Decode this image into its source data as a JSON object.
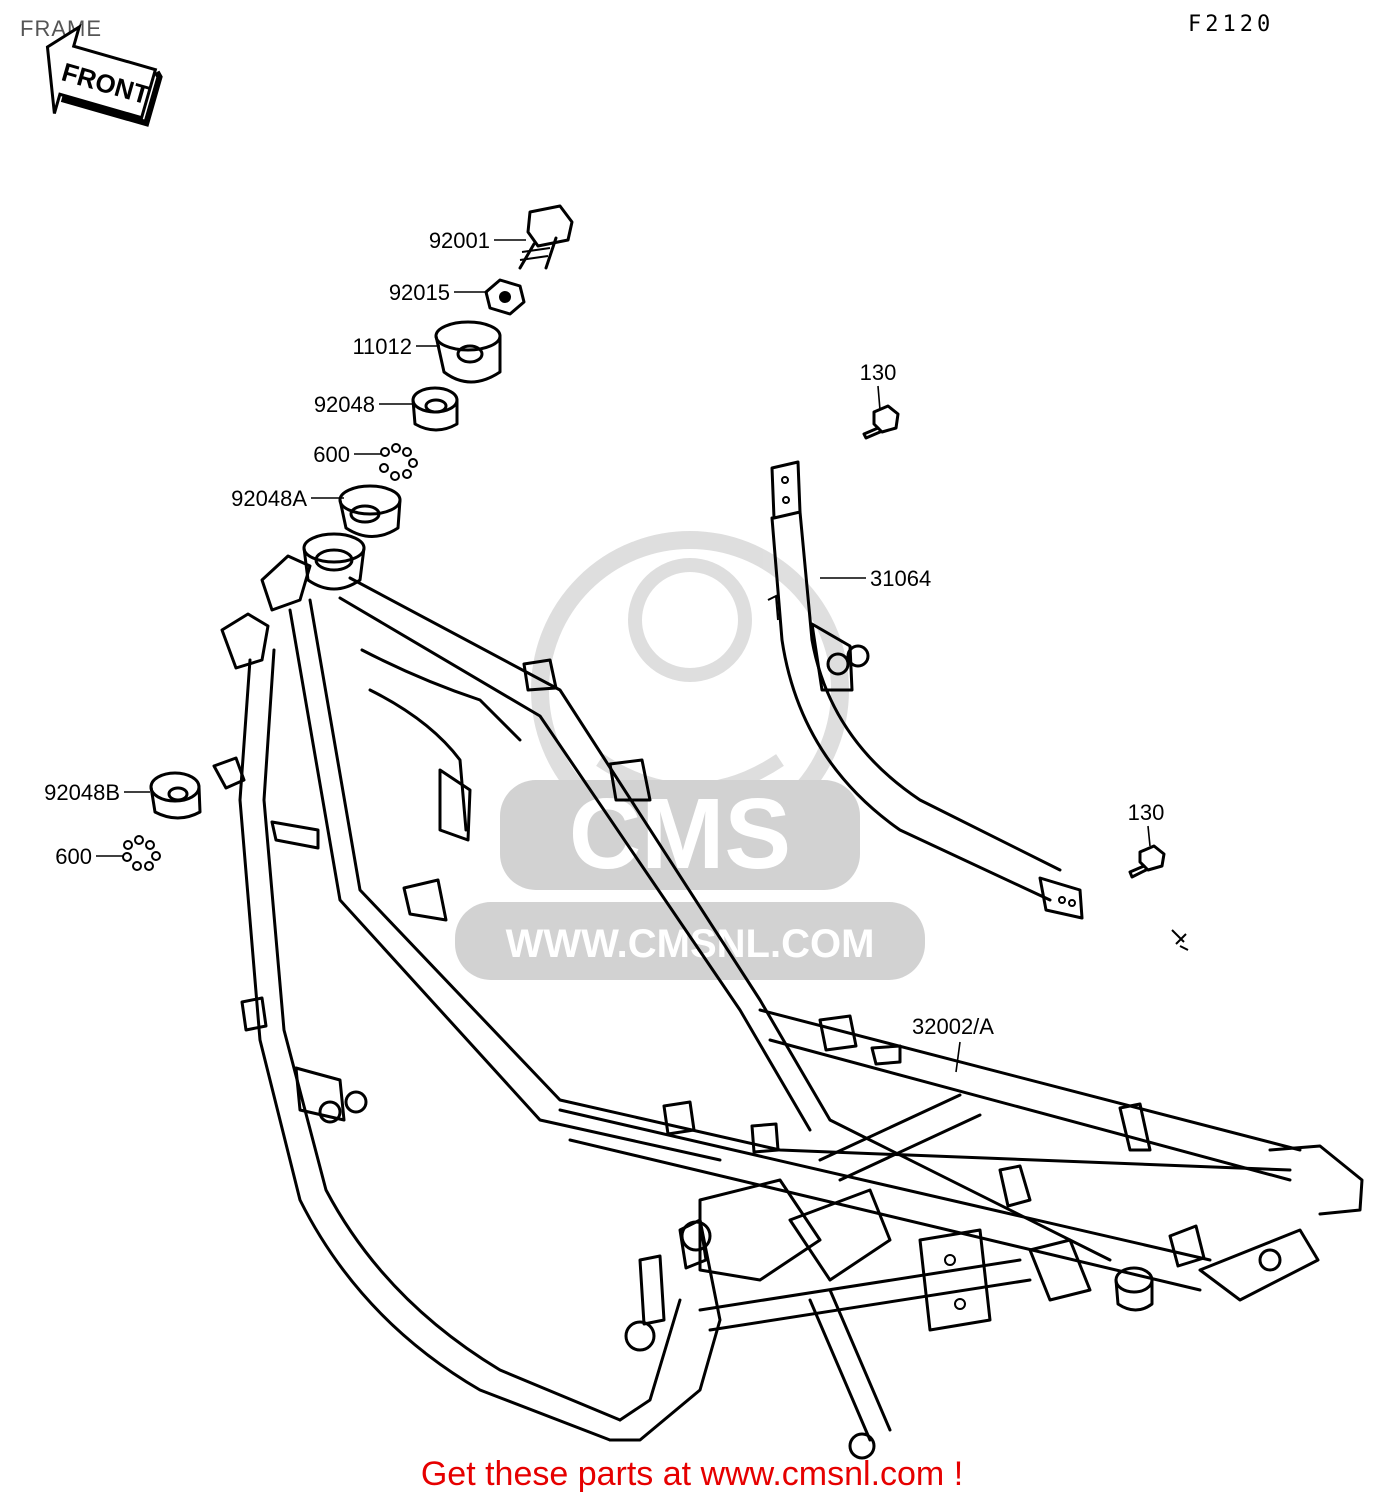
{
  "header": {
    "title": "FRAME",
    "diagram_code": "F2120"
  },
  "front_arrow": {
    "label": "FRONT"
  },
  "watermark": {
    "logo_text": "CMS",
    "url_text": "WWW.CMSNL.COM"
  },
  "parts": [
    {
      "number": "92001"
    },
    {
      "number": "92015"
    },
    {
      "number": "11012"
    },
    {
      "number": "92048"
    },
    {
      "number": "600"
    },
    {
      "number": "92048A"
    },
    {
      "number": "130"
    },
    {
      "number": "31064"
    },
    {
      "number": "92048B"
    },
    {
      "number": "600"
    },
    {
      "number": "130"
    },
    {
      "number": "32002/A"
    }
  ],
  "footer": {
    "cta": "Get these parts at www.cmsnl.com !"
  }
}
